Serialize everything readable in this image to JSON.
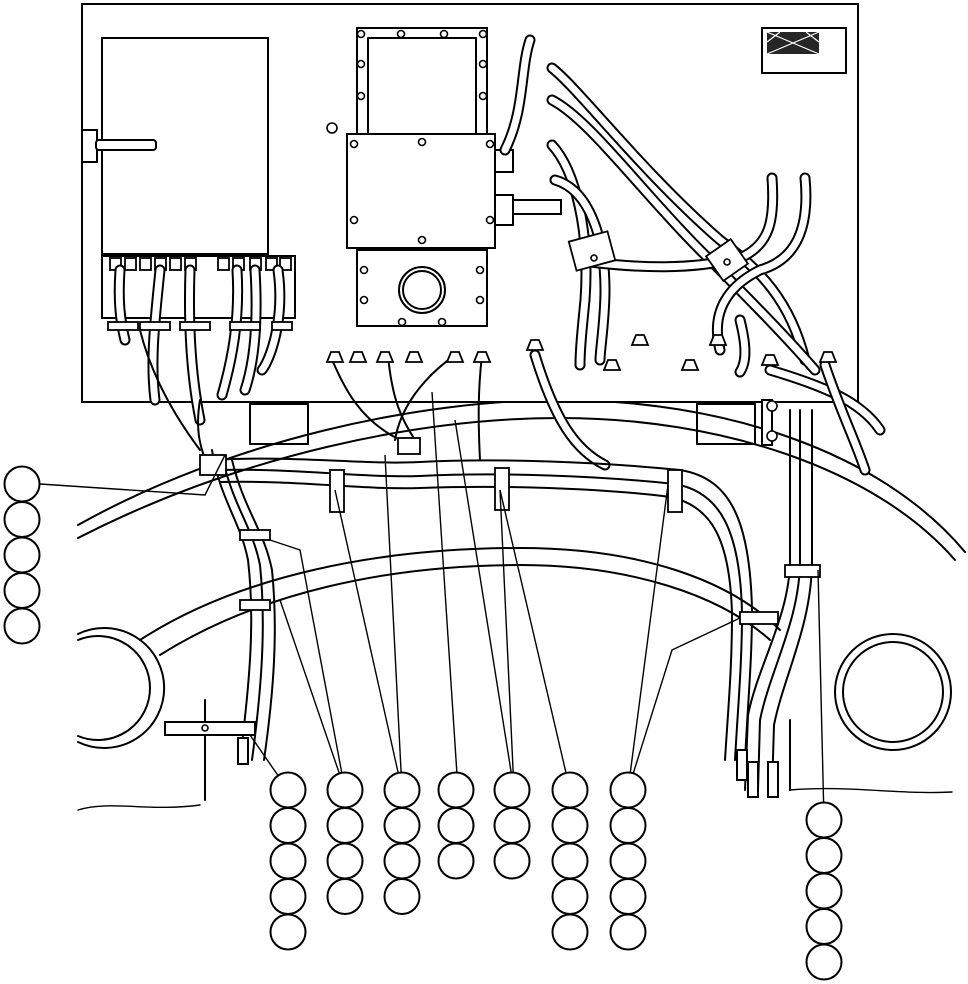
{
  "diagram": {
    "title": "",
    "callout_columns": [
      {
        "id": "left-stack",
        "count": 5
      },
      {
        "id": "bottom-col-1",
        "count": 5
      },
      {
        "id": "bottom-col-2",
        "count": 4
      },
      {
        "id": "bottom-col-3",
        "count": 4
      },
      {
        "id": "bottom-col-4",
        "count": 3
      },
      {
        "id": "bottom-col-5",
        "count": 3
      },
      {
        "id": "bottom-col-6",
        "count": 5
      },
      {
        "id": "bottom-col-7",
        "count": 5
      },
      {
        "id": "right-stack",
        "count": 5
      }
    ],
    "labels": []
  }
}
